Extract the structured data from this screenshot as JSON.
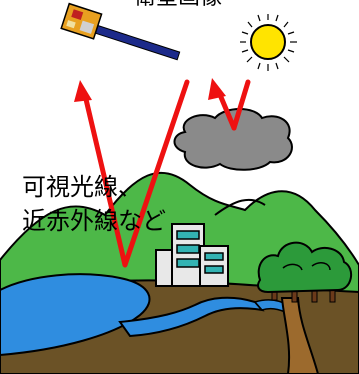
{
  "caption_top": "衛星画像",
  "caption_lines": [
    "可視光線、",
    "近赤外線など"
  ],
  "colors": {
    "arrow": "#ee1111",
    "sun": "#ffe400",
    "cloud": "#8a8a8a",
    "mountain": "#4db848",
    "ground": "#6b5226",
    "water": "#2f8de0",
    "tree": "#2c9a3a",
    "building": "#e8e8e8",
    "window": "#33b3b3"
  },
  "icons": [
    "satellite-icon",
    "sun-icon",
    "cloud-icon",
    "mountain-icon",
    "building-icon",
    "tree-icon",
    "river-icon"
  ]
}
